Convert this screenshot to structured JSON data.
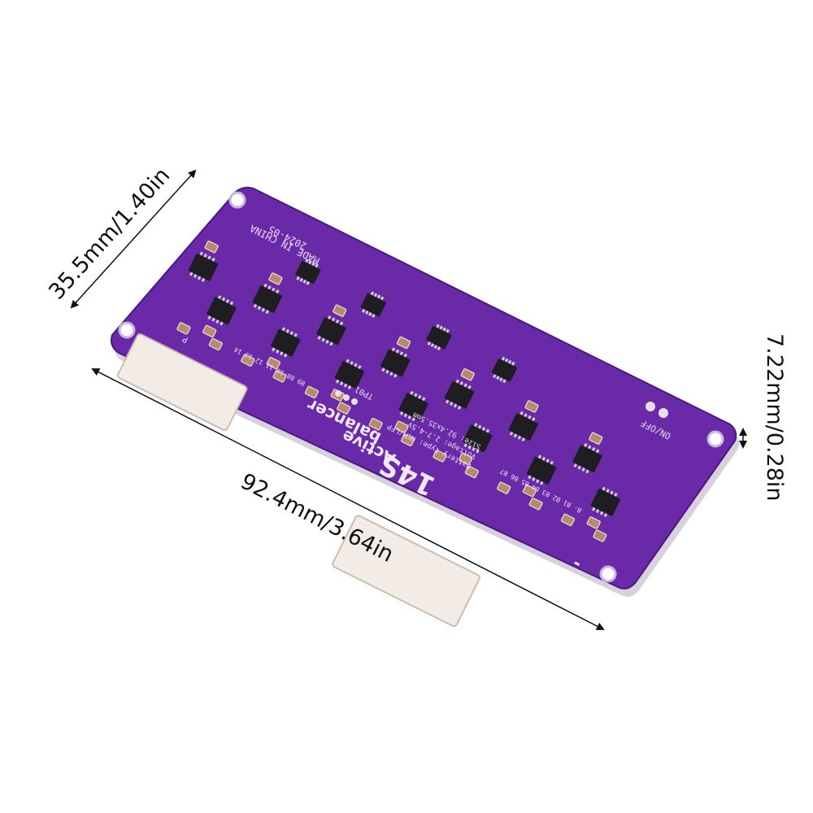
{
  "dimensions": {
    "width_label": "35.5mm/1.40in",
    "length_label": "92.4mm/3.64in",
    "thickness_label": "7.22mm/0.28in"
  },
  "board": {
    "title": "14S",
    "subtitle": "Active",
    "subtitle2": "balancer",
    "spec_line1": "Battery type: NCM/LFP",
    "spec_line2": "Voltage: 2.7-4.5V",
    "spec_line3": "Size: 92.4x35.5mm",
    "date_code": "2024-05",
    "origin": "MADE IN CHINA",
    "switch_label": "ON/OFF",
    "test_point": "TP01",
    "plus_marker": "+",
    "minus_marker": "-",
    "pin_labels_left": "B9 B8 10 11 12 13 14",
    "pin_labels_right": "B- B1 B2 B3 B4 B5 B6 B7",
    "p_marker": "P"
  },
  "colors": {
    "pcb": "#6a2aa8",
    "pcb_edge": "#4a1880",
    "chip": "#1d1d22",
    "capacitor": "#b88a6b",
    "connector": "#f3ece6",
    "arrow": "#111111"
  },
  "icons": {
    "arrow": "double-headed-arrow-icon",
    "hole": "mounting-hole-icon"
  }
}
